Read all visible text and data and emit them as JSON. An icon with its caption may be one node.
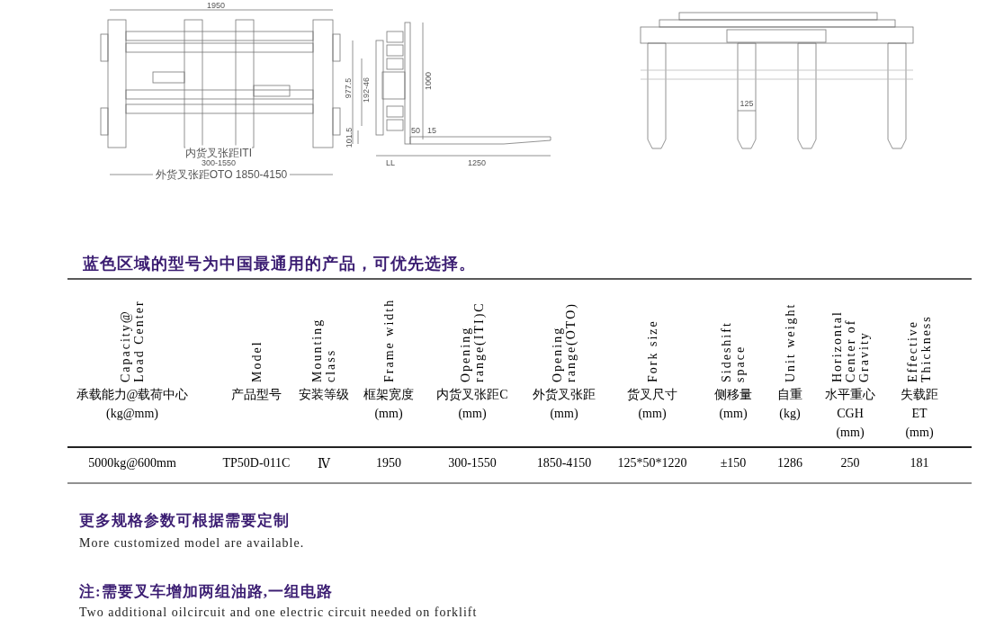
{
  "diagram": {
    "labels": [
      "1950",
      "内货叉张距ITI",
      "300-1550",
      "外货叉张距OTO 1850-4150",
      "977.5",
      "192-46",
      "1000",
      "101.5",
      "50",
      "15",
      "LL",
      "1250",
      "125",
      "蓝色区域的型号为中国最通用的产品，可优先选择。",
      "Capacity@ Load Center",
      "承载能力@载荷中心",
      "(kg@mm)",
      "Model",
      "产品型号",
      "Mounting class",
      "安装等级",
      "Frame width",
      "框架宽度",
      "(mm)",
      "Opening range(ITI)C",
      "内货叉张距C",
      "(mm)",
      "Opening range(OTO)",
      "外货叉张距",
      "(mm)",
      "Fork size",
      "货叉尺寸",
      "(mm)",
      "Sideshift space",
      "侧移量",
      "(mm)",
      "Unit weight",
      "自重",
      "(kg)",
      "Horizontal Center of Gravity",
      "水平重心",
      "CGH",
      "(mm)",
      "Effective Thickness",
      "失载距",
      "ET",
      "(mm)",
      "5000kg@600mm",
      "TP50D-011C",
      "Ⅳ",
      "1950",
      "300-1550",
      "1850-4150",
      "125*50*1220",
      "±150",
      "1286",
      "250",
      "181",
      "更多规格参数可根据需要定制",
      "More customized model are available.",
      "注:需要叉车增加两组油路,一组电路",
      "Two additional oilcircuit and one electric circuit needed on forklift"
    ]
  }
}
